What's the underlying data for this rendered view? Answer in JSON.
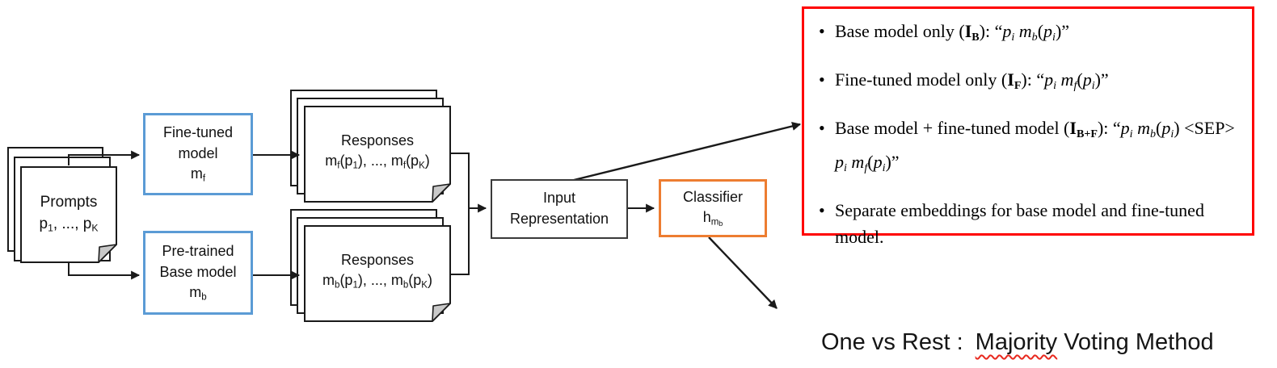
{
  "colors": {
    "accent_blue": "#5B9BD5",
    "accent_orange": "#ED7D31",
    "callout_red": "#FF0000",
    "squiggle_red": "#E8281E",
    "line_black": "#1a1a1a",
    "fold_gray": "#C9C9C9"
  },
  "flow": {
    "prompts": {
      "title": "Prompts",
      "subtitle_runs": [
        [
          "n",
          "p"
        ],
        [
          "sub",
          "1"
        ],
        [
          "n",
          ", ..., p"
        ],
        [
          "sub",
          "K"
        ]
      ]
    },
    "finetuned_model": {
      "line1": "Fine-tuned",
      "line2": "model",
      "symbol_runs": [
        [
          "n",
          "m"
        ],
        [
          "sub",
          "f"
        ]
      ]
    },
    "pretrained_model": {
      "line1": "Pre-trained",
      "line2": "Base model",
      "symbol_runs": [
        [
          "n",
          "m"
        ],
        [
          "sub",
          "b"
        ]
      ]
    },
    "responses_finetuned": {
      "title": "Responses",
      "detail_runs": [
        [
          "n",
          "m"
        ],
        [
          "sub",
          "f"
        ],
        [
          "n",
          "(p"
        ],
        [
          "sub",
          "1"
        ],
        [
          "n",
          "), ..., m"
        ],
        [
          "sub",
          "f"
        ],
        [
          "n",
          "(p"
        ],
        [
          "sub",
          "K"
        ],
        [
          "n",
          ")"
        ]
      ]
    },
    "responses_base": {
      "title": "Responses",
      "detail_runs": [
        [
          "n",
          "m"
        ],
        [
          "sub",
          "b"
        ],
        [
          "n",
          "(p"
        ],
        [
          "sub",
          "1"
        ],
        [
          "n",
          "), ..., m"
        ],
        [
          "sub",
          "b"
        ],
        [
          "n",
          "(p"
        ],
        [
          "sub",
          "K"
        ],
        [
          "n",
          ")"
        ]
      ]
    },
    "input_representation": {
      "line1": "Input",
      "line2": "Representation"
    },
    "classifier": {
      "line1": "Classifier",
      "symbol_runs": [
        [
          "n",
          "h"
        ],
        [
          "sub",
          "m"
        ],
        [
          "ss",
          "b"
        ]
      ]
    }
  },
  "callout": {
    "bullets": [
      {
        "runs": [
          [
            "n",
            "Base model only ("
          ],
          [
            "b",
            "I"
          ],
          [
            "bsub",
            "B"
          ],
          [
            "n",
            "): “"
          ],
          [
            "i",
            "p"
          ],
          [
            "isub",
            "i"
          ],
          [
            "n",
            " "
          ],
          [
            "i",
            "m"
          ],
          [
            "isub",
            "b"
          ],
          [
            "n",
            "("
          ],
          [
            "i",
            "p"
          ],
          [
            "isub",
            "i"
          ],
          [
            "n",
            ")”"
          ]
        ]
      },
      {
        "runs": [
          [
            "n",
            "Fine-tuned model only ("
          ],
          [
            "b",
            "I"
          ],
          [
            "bsub",
            "F"
          ],
          [
            "n",
            "): “"
          ],
          [
            "i",
            "p"
          ],
          [
            "isub",
            "i"
          ],
          [
            "n",
            " "
          ],
          [
            "i",
            "m"
          ],
          [
            "isub",
            "f"
          ],
          [
            "n",
            "("
          ],
          [
            "i",
            "p"
          ],
          [
            "isub",
            "i"
          ],
          [
            "n",
            ")”"
          ]
        ]
      },
      {
        "runs": [
          [
            "n",
            "Base model + fine-tuned model ("
          ],
          [
            "b",
            "I"
          ],
          [
            "bsub",
            "B+F"
          ],
          [
            "n",
            "): “"
          ],
          [
            "i",
            "p"
          ],
          [
            "isub",
            "i"
          ],
          [
            "n",
            " "
          ],
          [
            "i",
            "m"
          ],
          [
            "isub",
            "b"
          ],
          [
            "n",
            "("
          ],
          [
            "i",
            "p"
          ],
          [
            "isub",
            "i"
          ],
          [
            "n",
            ") <SEP> "
          ],
          [
            "i",
            "p"
          ],
          [
            "isub",
            "i"
          ],
          [
            "n",
            " "
          ],
          [
            "i",
            "m"
          ],
          [
            "isub",
            "f"
          ],
          [
            "n",
            "("
          ],
          [
            "i",
            "p"
          ],
          [
            "isub",
            "i"
          ],
          [
            "n",
            ")”"
          ]
        ]
      },
      {
        "runs": [
          [
            "n",
            "Separate embeddings for base model and fine-tuned model."
          ]
        ]
      }
    ]
  },
  "footer": {
    "prefix": "One vs Rest :",
    "misspelled_word": "Majority",
    "suffix": "Voting Method"
  }
}
